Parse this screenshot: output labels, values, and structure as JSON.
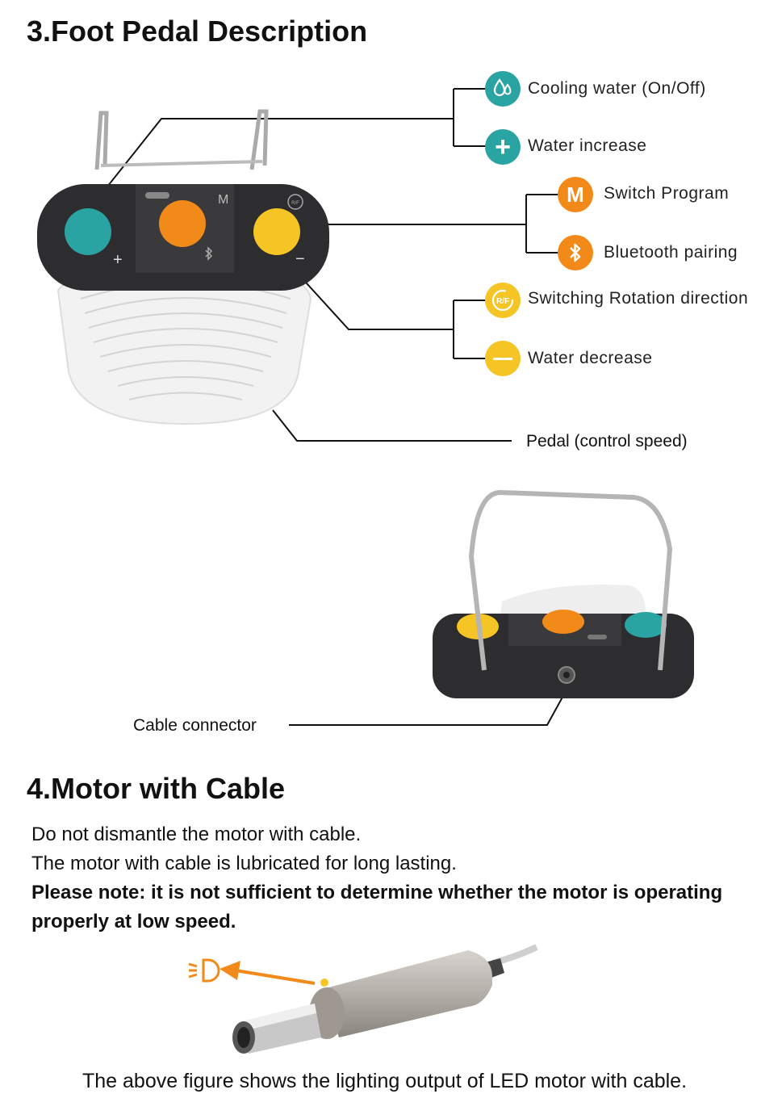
{
  "section3": {
    "title": "3.Foot Pedal Description",
    "labels": {
      "cooling_water": "Cooling water (On/Off)",
      "water_increase": "Water increase",
      "switch_program": "Switch Program",
      "bluetooth_pairing": "Bluetooth pairing",
      "switching_rotation": "Switching Rotation direction",
      "water_decrease": "Water decrease",
      "pedal": "Pedal (control speed)",
      "cable_connector": "Cable connector"
    },
    "pedal_marks": {
      "m": "M",
      "plus": "+",
      "minus": "−",
      "rf": "R/F"
    },
    "colors": {
      "teal": "#2aa3a3",
      "orange": "#f28a1a",
      "yellow": "#f5c425",
      "body": "#2d2d2f"
    }
  },
  "section4": {
    "title": "4.Motor with Cable",
    "lines": [
      "Do not dismantle the motor with cable.",
      "The motor with cable is lubricated for long lasting."
    ],
    "note": "Please note: it is not sufficient to determine whether the motor is operating properly at low speed.",
    "caption": "The above figure shows the lighting output of LED motor with cable."
  }
}
